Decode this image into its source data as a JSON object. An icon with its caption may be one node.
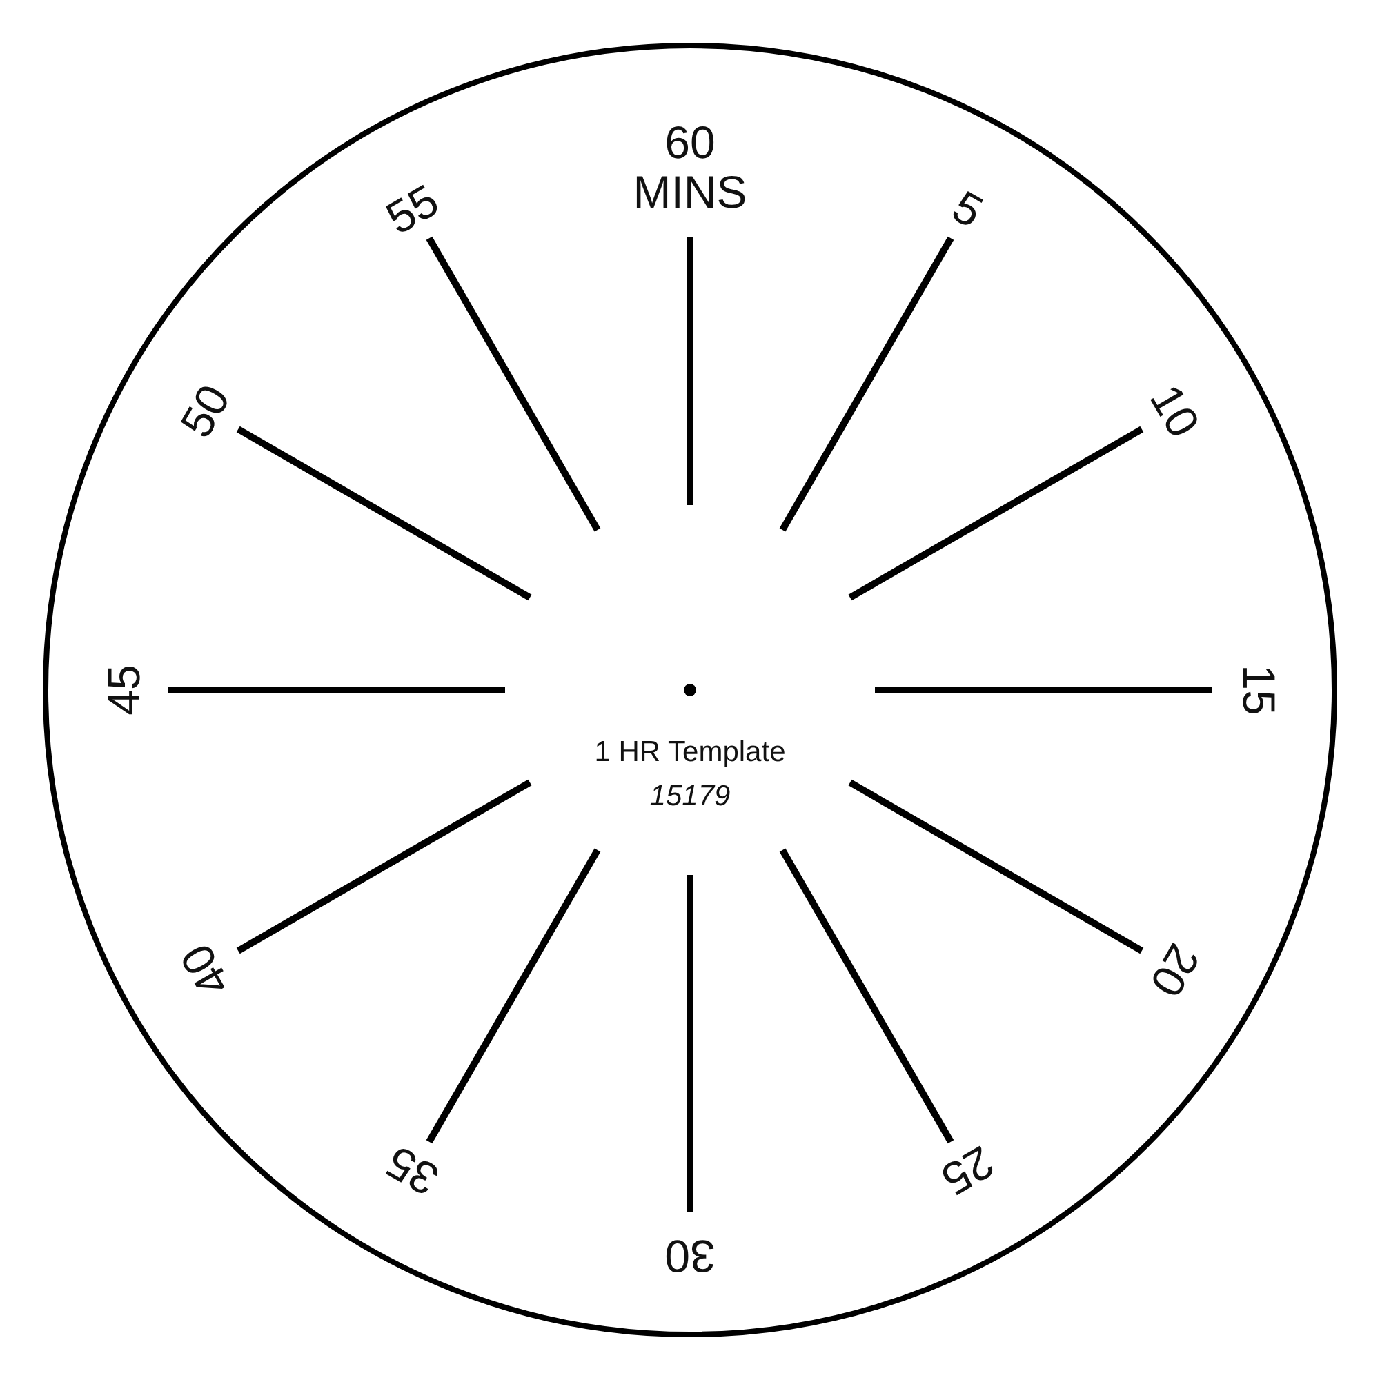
{
  "diagram": {
    "labels": [
      "60 MINS",
      "55",
      "5",
      "50",
      "10",
      "45",
      "15",
      "1 HR Template",
      "15179",
      "40",
      "20",
      "35",
      "25",
      "30"
    ]
  }
}
